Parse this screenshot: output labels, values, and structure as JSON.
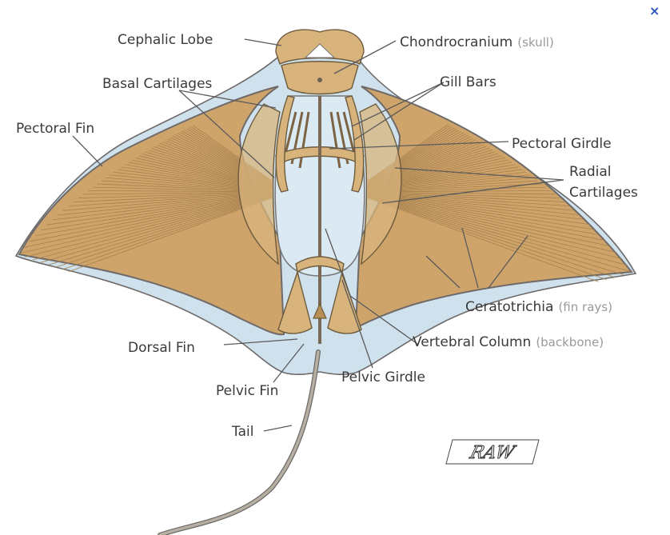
{
  "labels": {
    "cephalic_lobe": "Cephalic Lobe",
    "chondrocranium": "Chondrocranium",
    "chondrocranium_note": "(skull)",
    "basal_cartilages": "Basal Cartilages",
    "gill_bars": "Gill Bars",
    "pectoral_fin": "Pectoral Fin",
    "pectoral_girdle": "Pectoral Girdle",
    "radial_line1": "Radial",
    "radial_line2": "Cartilages",
    "ceratotrichia": "Ceratotrichia",
    "ceratotrichia_note": "(fin rays)",
    "vertebral_column": "Vertebral Column",
    "vertebral_note": "(backbone)",
    "dorsal_fin": "Dorsal Fin",
    "pelvic_fin": "Pelvic Fin",
    "pelvic_girdle": "Pelvic Girdle",
    "tail": "Tail"
  },
  "signature": "RAW",
  "close_symbol": "×",
  "colors": {
    "fin": "#cfa46b",
    "rim": "#cfe1ec",
    "outline": "#6e6a6a",
    "label": "#3a3a3a",
    "note": "#9a9a9a",
    "close": "#2a56b8"
  }
}
